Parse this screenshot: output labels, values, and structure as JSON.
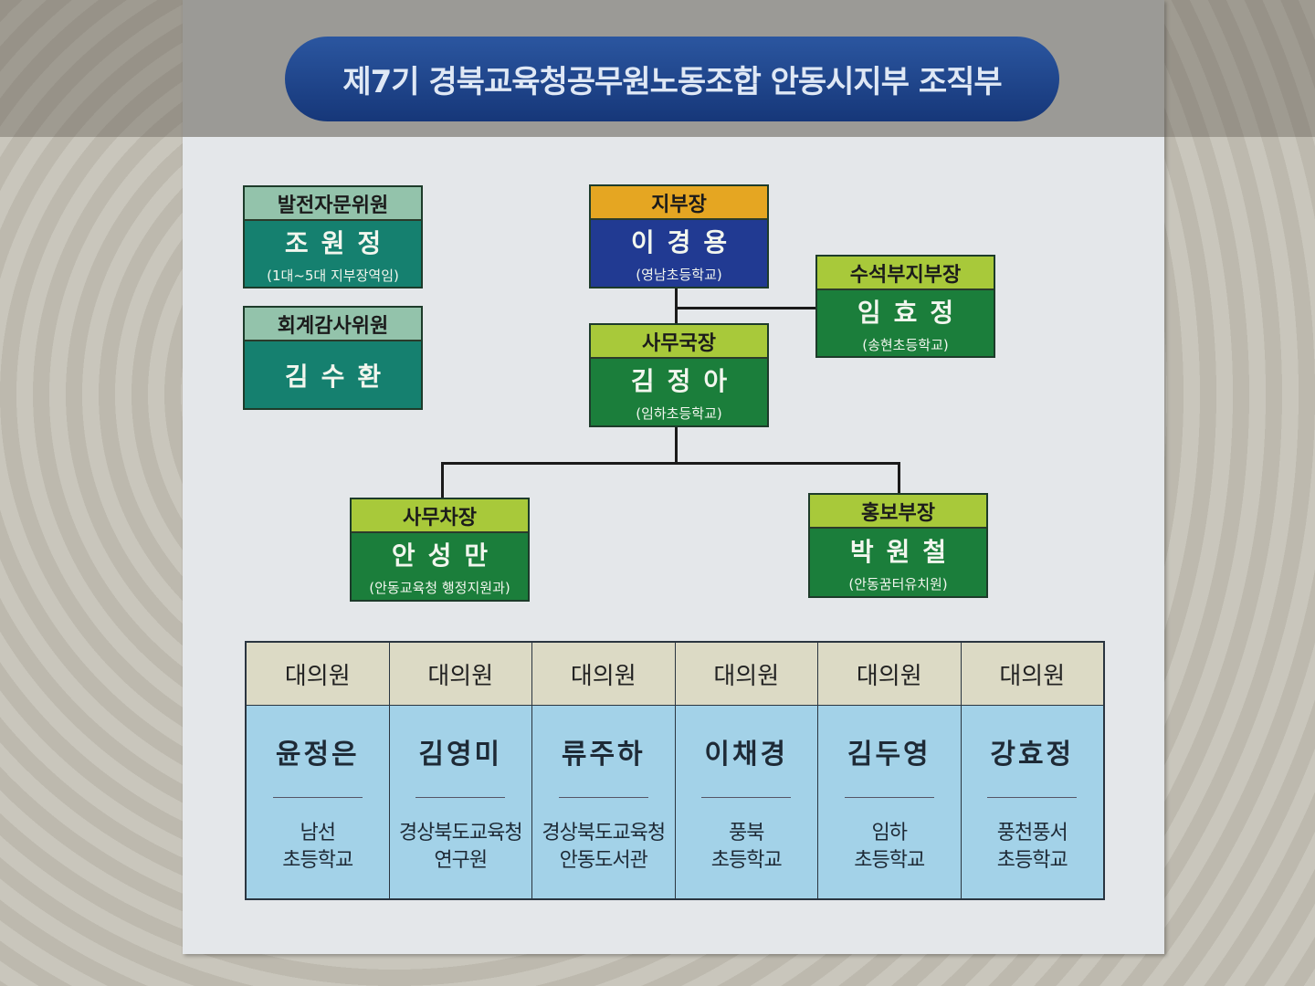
{
  "title": "제7기 경북교육청공무원노동조합 안동시지부 조직부",
  "advisors": [
    {
      "role": "발전자문위원",
      "name": "조원정",
      "note": "(1대~5대 지부장역임)"
    },
    {
      "role": "회계감사위원",
      "name": "김수환"
    }
  ],
  "officers": {
    "chief": {
      "role": "지부장",
      "name": "이경용",
      "affiliation": "(영남초등학교)"
    },
    "senior_vice": {
      "role": "수석부지부장",
      "name": "임효정",
      "affiliation": "(송현초등학교)"
    },
    "secretary_general": {
      "role": "사무국장",
      "name": "김정아",
      "affiliation": "(임하초등학교)"
    },
    "deputy_secretary": {
      "role": "사무차장",
      "name": "안성만",
      "affiliation": "(안동교육청 행정지원과)"
    },
    "pr_head": {
      "role": "홍보부장",
      "name": "박원철",
      "affiliation": "(안동꿈터유치원)"
    }
  },
  "delegates": [
    {
      "role": "대의원",
      "name": "윤정은",
      "affiliation": "남선\n초등학교"
    },
    {
      "role": "대의원",
      "name": "김영미",
      "affiliation": "경상북도교육청\n연구원"
    },
    {
      "role": "대의원",
      "name": "류주하",
      "affiliation": "경상북도교육청\n안동도서관"
    },
    {
      "role": "대의원",
      "name": "이채경",
      "affiliation": "풍북\n초등학교"
    },
    {
      "role": "대의원",
      "name": "김두영",
      "affiliation": "임하\n초등학교"
    },
    {
      "role": "대의원",
      "name": "강효정",
      "affiliation": "풍천풍서\n초등학교"
    }
  ]
}
